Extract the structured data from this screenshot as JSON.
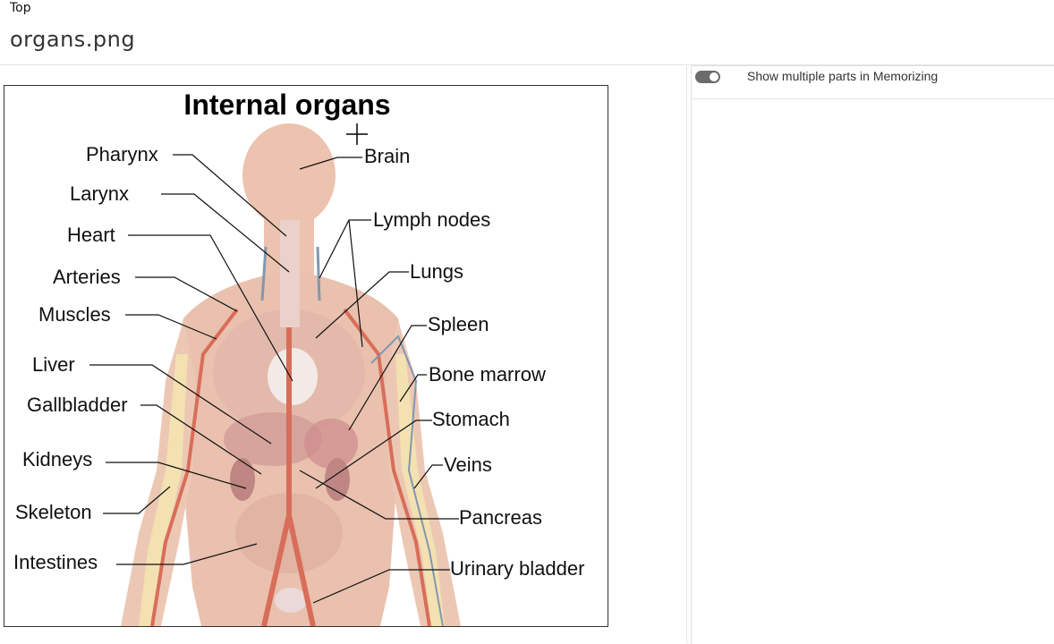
{
  "header": {
    "top_link": "Top",
    "file_name": "organs.png"
  },
  "right_panel": {
    "toggle_label": "Show multiple parts in Memorizing",
    "toggle_on": true
  },
  "diagram": {
    "title": "Internal organs",
    "labels": {
      "pharynx": "Pharynx",
      "larynx": "Larynx",
      "heart": "Heart",
      "arteries": "Arteries",
      "muscles": "Muscles",
      "liver": "Liver",
      "gallbladder": "Gallbladder",
      "kidneys": "Kidneys",
      "skeleton": "Skeleton",
      "intestines": "Intestines",
      "brain": "Brain",
      "lymph_nodes": "Lymph nodes",
      "lungs": "Lungs",
      "spleen": "Spleen",
      "bone_marrow": "Bone marrow",
      "stomach": "Stomach",
      "veins": "Veins",
      "pancreas": "Pancreas",
      "urinary_bladder": "Urinary bladder"
    }
  },
  "colors": {
    "skin": "#e9b9a1",
    "artery": "#d2553d",
    "vein": "#6c86a3",
    "bone": "#f2e3a3",
    "toggle": "#6b6b6b"
  }
}
